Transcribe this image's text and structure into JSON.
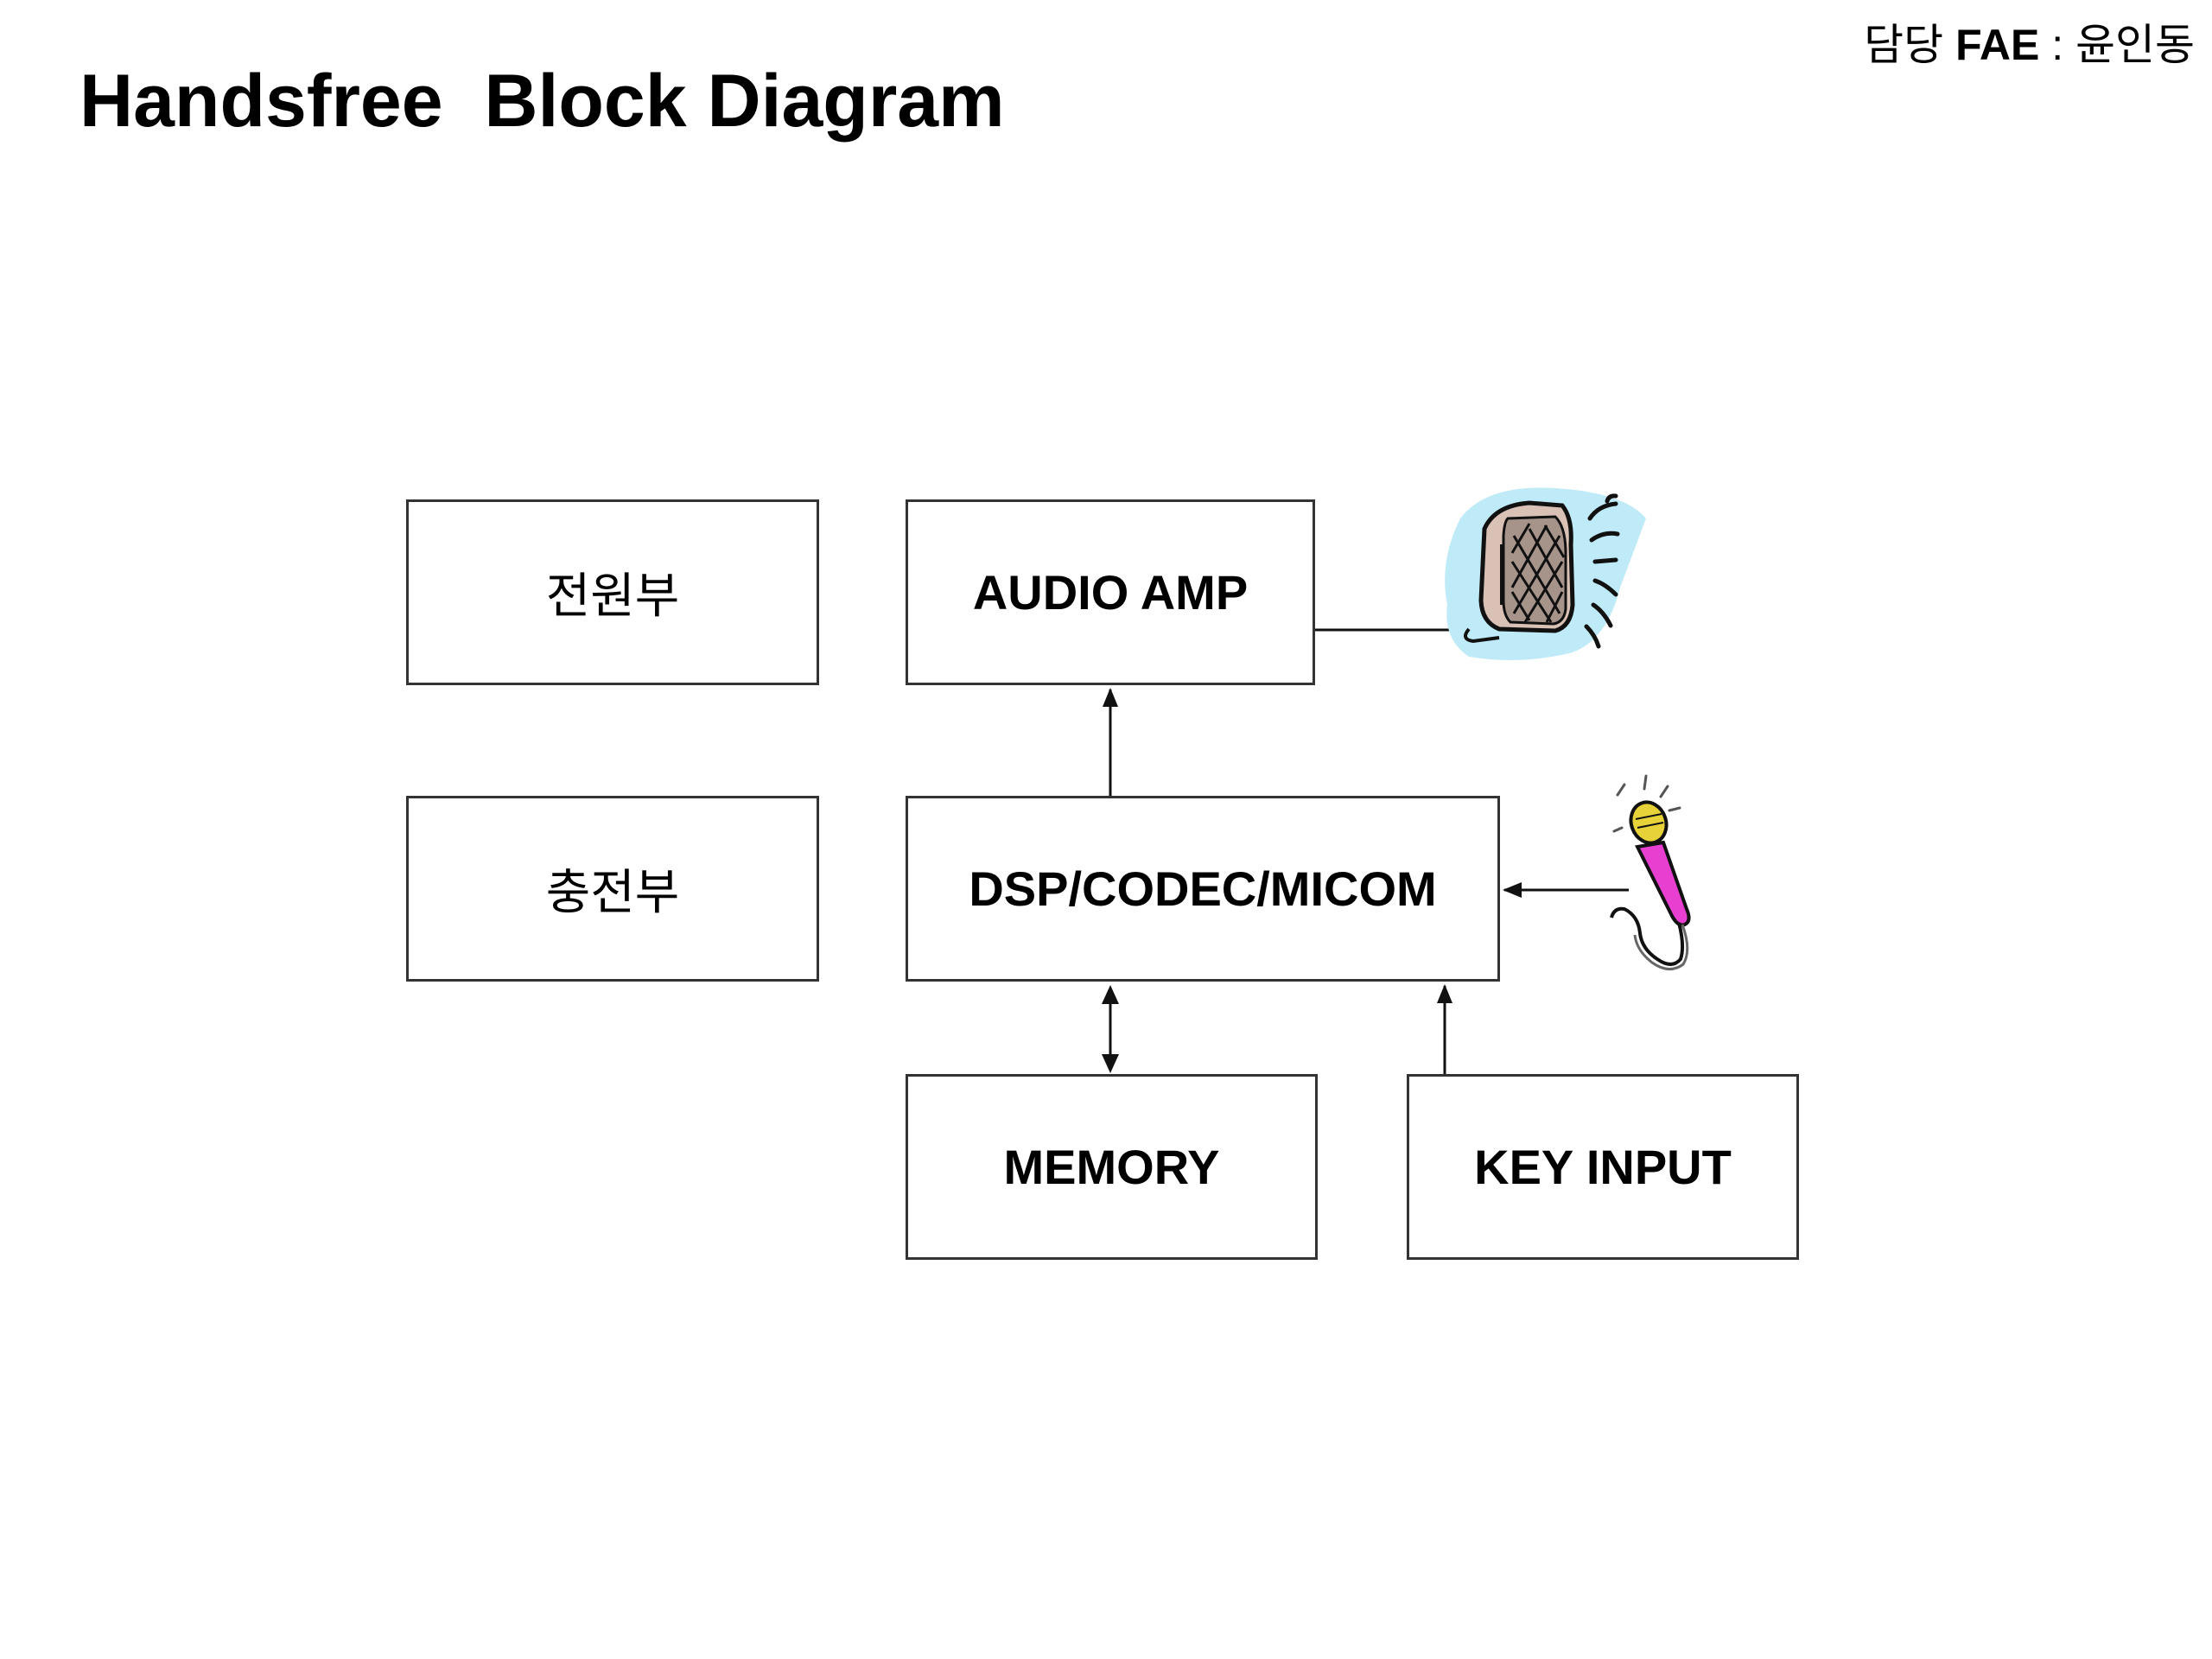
{
  "header": {
    "title": "Handsfree  Block Diagram",
    "credit_prefix": "담당 ",
    "credit_label": "FAE",
    "credit_suffix": " : 윤인동"
  },
  "blocks": {
    "power": "전원부",
    "charge": "충전부",
    "audio_amp": "AUDIO AMP",
    "dsp": "DSP/CODEC/MICOM",
    "memory": "MEMORY",
    "key_input": "KEY INPUT"
  },
  "icons": {
    "speaker": "speaker-icon",
    "microphone": "microphone-icon"
  },
  "colors": {
    "speaker_glow": "#bfeaf7",
    "microphone_body": "#e83fd0",
    "microphone_head": "#e8d23a",
    "line": "#111111"
  }
}
